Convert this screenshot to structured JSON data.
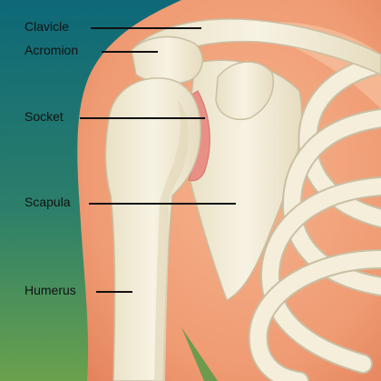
{
  "labels": {
    "clavicle": "Clavicle",
    "acromion": "Acromion",
    "socket": "Socket",
    "scapula": "Scapula",
    "humerus": "Humerus"
  },
  "colors": {
    "background_top": "#0f6f7a",
    "background_bottom": "#5f9a4a",
    "skin": "#f2a27a",
    "skin_light": "#f7c09b",
    "bone": "#f3ecd6",
    "bone_outline": "#c9bfa3",
    "bone_shadow": "#d9cfb2",
    "cartilage": "#e88f86",
    "label_text": "#111111"
  }
}
